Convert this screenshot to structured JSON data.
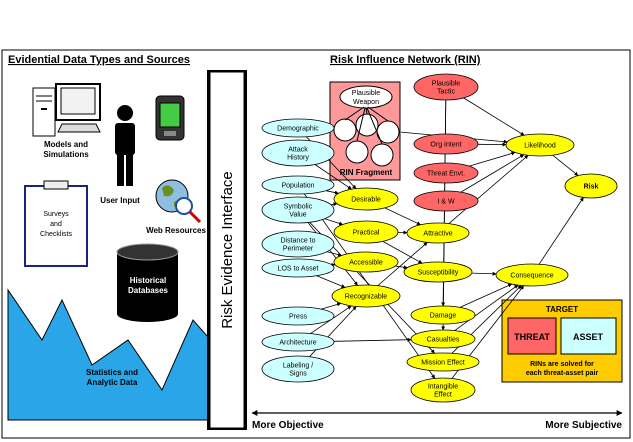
{
  "left_title": "Evidential Data Types and Sources",
  "right_title": "Risk Influence Network (RIN)",
  "sources": {
    "models": [
      "Models and",
      "Simulations"
    ],
    "user_input": "User Input",
    "web": "Web Resources",
    "surveys": [
      "Surveys",
      "and",
      "Checklists"
    ],
    "historical": [
      "Historical",
      "Databases"
    ],
    "statistics": [
      "Statistics and",
      "Analytic Data"
    ]
  },
  "interface_label": "Risk Evidence Interface",
  "evidence_nodes": [
    {
      "id": "demographic",
      "lines": [
        "Demographic"
      ]
    },
    {
      "id": "attack_history",
      "lines": [
        "Attack",
        "History"
      ]
    },
    {
      "id": "population",
      "lines": [
        "Population"
      ]
    },
    {
      "id": "symbolic_value",
      "lines": [
        "Symbolic",
        "Value"
      ]
    },
    {
      "id": "distance",
      "lines": [
        "Distance to",
        "Perimeter"
      ]
    },
    {
      "id": "los",
      "lines": [
        "LOS to Asset"
      ]
    },
    {
      "id": "press",
      "lines": [
        "Press"
      ]
    },
    {
      "id": "architecture",
      "lines": [
        "Architecture"
      ]
    },
    {
      "id": "labeling",
      "lines": [
        "Labeling /",
        "Signs"
      ]
    }
  ],
  "mid_nodes": [
    {
      "id": "desirable",
      "lines": [
        "Desirable"
      ]
    },
    {
      "id": "practical",
      "lines": [
        "Practical"
      ]
    },
    {
      "id": "accessible",
      "lines": [
        "Accessible"
      ]
    },
    {
      "id": "recognizable",
      "lines": [
        "Recognizable"
      ]
    }
  ],
  "red_nodes": [
    {
      "id": "plausible_tactic",
      "lines": [
        "Plausible",
        "Tactic"
      ]
    },
    {
      "id": "org_intent",
      "lines": [
        "Org Intent"
      ]
    },
    {
      "id": "threat_envt",
      "lines": [
        "Threat Envt."
      ]
    },
    {
      "id": "i_and_w",
      "lines": [
        "I & W"
      ]
    }
  ],
  "yellow_nodes": [
    {
      "id": "attractive",
      "lines": [
        "Attractive"
      ]
    },
    {
      "id": "susceptibility",
      "lines": [
        "Susceptibility"
      ]
    },
    {
      "id": "damage",
      "lines": [
        "Damage"
      ]
    },
    {
      "id": "casualties",
      "lines": [
        "Casualties"
      ]
    },
    {
      "id": "mission_effect",
      "lines": [
        "Mission Effect"
      ]
    },
    {
      "id": "intangible_effect",
      "lines": [
        "Intangible",
        "Effect"
      ]
    },
    {
      "id": "likelihood",
      "lines": [
        "Likelihood"
      ]
    },
    {
      "id": "consequence",
      "lines": [
        "Consequence"
      ]
    },
    {
      "id": "risk",
      "lines": [
        "Risk"
      ]
    }
  ],
  "fragment": {
    "weapon": [
      "Plausible",
      "Weapon"
    ],
    "label": "RIN Fragment"
  },
  "target": {
    "title": "TARGET",
    "threat": "THREAT",
    "asset": "ASSET",
    "note": [
      "RINs are solved for",
      "each threat-asset pair"
    ]
  },
  "axis": {
    "left": "More Objective",
    "right": "More Subjective"
  },
  "colors": {
    "evidence_fill": "#ccffff",
    "red_fill": "#ff6666",
    "yellow_fill": "#ffff00",
    "fragment_bg": "#ff9999",
    "target_bg": "#ffcc00",
    "threat_fill": "#ff6666",
    "asset_fill": "#ccffff",
    "chart_fill": "#2aa6e8",
    "plaque_fill": "#000000"
  },
  "edges": [
    [
      "demographic",
      "desirable"
    ],
    [
      "attack_history",
      "desirable"
    ],
    [
      "population",
      "desirable"
    ],
    [
      "symbolic_value",
      "desirable"
    ],
    [
      "symbolic_value",
      "recognizable"
    ],
    [
      "symbolic_value",
      "practical"
    ],
    [
      "population",
      "intangible_effect"
    ],
    [
      "symbolic_value",
      "mission_effect"
    ],
    [
      "desirable",
      "attractive"
    ],
    [
      "practical",
      "attractive"
    ],
    [
      "practical",
      "susceptibility"
    ],
    [
      "accessible",
      "susceptibility"
    ],
    [
      "distance",
      "accessible"
    ],
    [
      "los",
      "accessible"
    ],
    [
      "los",
      "recognizable"
    ],
    [
      "press",
      "recognizable"
    ],
    [
      "architecture",
      "recognizable"
    ],
    [
      "labeling",
      "recognizable"
    ],
    [
      "recognizable",
      "attractive"
    ],
    [
      "architecture",
      "casualties"
    ],
    [
      "plausible_tactic",
      "likelihood"
    ],
    [
      "org_intent",
      "likelihood"
    ],
    [
      "threat_envt",
      "likelihood"
    ],
    [
      "i_and_w",
      "likelihood"
    ],
    [
      "attractive",
      "likelihood"
    ],
    [
      "fragment",
      "likelihood"
    ],
    [
      "plausible_tactic",
      "damage"
    ],
    [
      "plausible_tactic",
      "casualties"
    ],
    [
      "susceptibility",
      "consequence"
    ],
    [
      "damage",
      "consequence"
    ],
    [
      "casualties",
      "consequence"
    ],
    [
      "mission_effect",
      "consequence"
    ],
    [
      "intangible_effect",
      "consequence"
    ],
    [
      "likelihood",
      "risk"
    ],
    [
      "consequence",
      "risk"
    ]
  ]
}
